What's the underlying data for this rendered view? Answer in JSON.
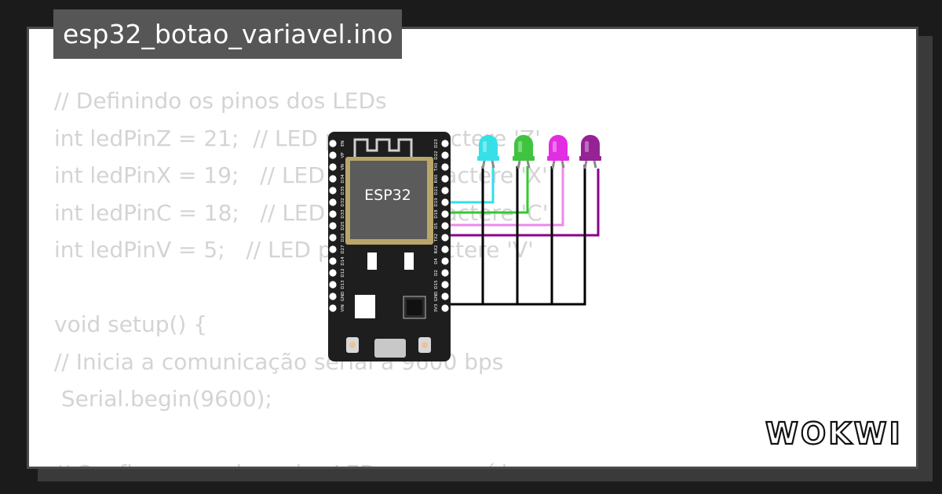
{
  "file": {
    "name": "esp32_botao_variavel.ino"
  },
  "code": {
    "lines": [
      "// Definindo os pinos dos LEDs",
      "int ledPinZ = 21;  // LED para o caractere 'Z'",
      "int ledPinX = 19;   // LED para o caractere 'X'",
      "int ledPinC = 18;   // LED para o caractere 'C'",
      "int ledPinV = 5;   // LED para o caractere 'V'",
      "",
      "void setup() {",
      "// Inicia a comunicação serial a 9600 bps",
      " Serial.begin(9600);",
      "",
      "// Configura os pinos dos LEDs como saída"
    ]
  },
  "board": {
    "label": "ESP32",
    "left_pins": [
      "EN",
      "VP",
      "VN",
      "D34",
      "D35",
      "D32",
      "D33",
      "D25",
      "D26",
      "D27",
      "D14",
      "D12",
      "D13",
      "GND",
      "VIN"
    ],
    "right_pins": [
      "D23",
      "D22",
      "TX0",
      "RX0",
      "D21",
      "D19",
      "D18",
      "D5",
      "TX2",
      "RX2",
      "D4",
      "D2",
      "D15",
      "GND",
      "3V3"
    ]
  },
  "leds": [
    {
      "name": "led-z",
      "color": "#35e0e6"
    },
    {
      "name": "led-x",
      "color": "#3fc43f"
    },
    {
      "name": "led-c",
      "color": "#e22ee2"
    },
    {
      "name": "led-v",
      "color": "#952395"
    }
  ],
  "wires": {
    "cyan": "#33ddee",
    "green": "#2ecc2e",
    "pink": "#ee88ee",
    "purple": "#880088",
    "gnd": "#000000"
  },
  "brand": {
    "logo": "WOKWI"
  }
}
